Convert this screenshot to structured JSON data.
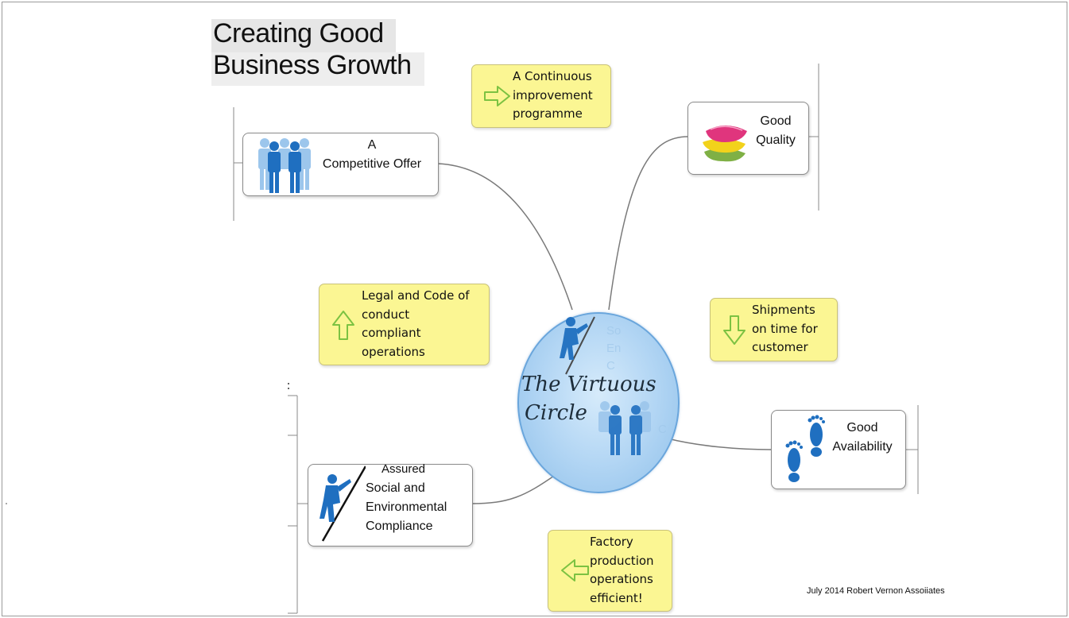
{
  "title": {
    "line1": "Creating Good",
    "line2": "Business Growth"
  },
  "center": {
    "line1": "The Virtuous",
    "line2": "Circle"
  },
  "nodes": {
    "competitive_offer": {
      "line1": "A",
      "line2": "Competitive Offer",
      "icon": "people-icon"
    },
    "good_quality": {
      "line1": "Good",
      "line2": "Quality",
      "icon": "cushions-icon"
    },
    "good_availability": {
      "line1": "Good",
      "line2": "Availability",
      "icon": "footprints-icon"
    },
    "social_compliance": {
      "line1": "Assured",
      "line2": "Social and",
      "line3": "Environmental",
      "line4": "Compliance",
      "icon": "climber-icon"
    }
  },
  "notes": {
    "continuous": {
      "lines": [
        "A Continuous",
        "improvement",
        "programme"
      ],
      "arrow": "arrow-right-icon"
    },
    "legal": {
      "lines": [
        "Legal and Code of",
        "conduct",
        "compliant",
        "operations"
      ],
      "arrow": "arrow-up-icon"
    },
    "shipments": {
      "lines": [
        "Shipments",
        "on time for",
        "customer"
      ],
      "arrow": "arrow-down-icon"
    },
    "factory": {
      "lines": [
        "Factory",
        "production",
        "operations",
        "efficient!"
      ],
      "arrow": "arrow-left-icon"
    }
  },
  "footer": "July 2014 Robert Vernon Assoiiates",
  "colors": {
    "note_bg": "#fbf693",
    "arrow_green": "#7cc242",
    "circle_blue": "#a9d1f2",
    "icon_blue": "#1f6fc0"
  }
}
